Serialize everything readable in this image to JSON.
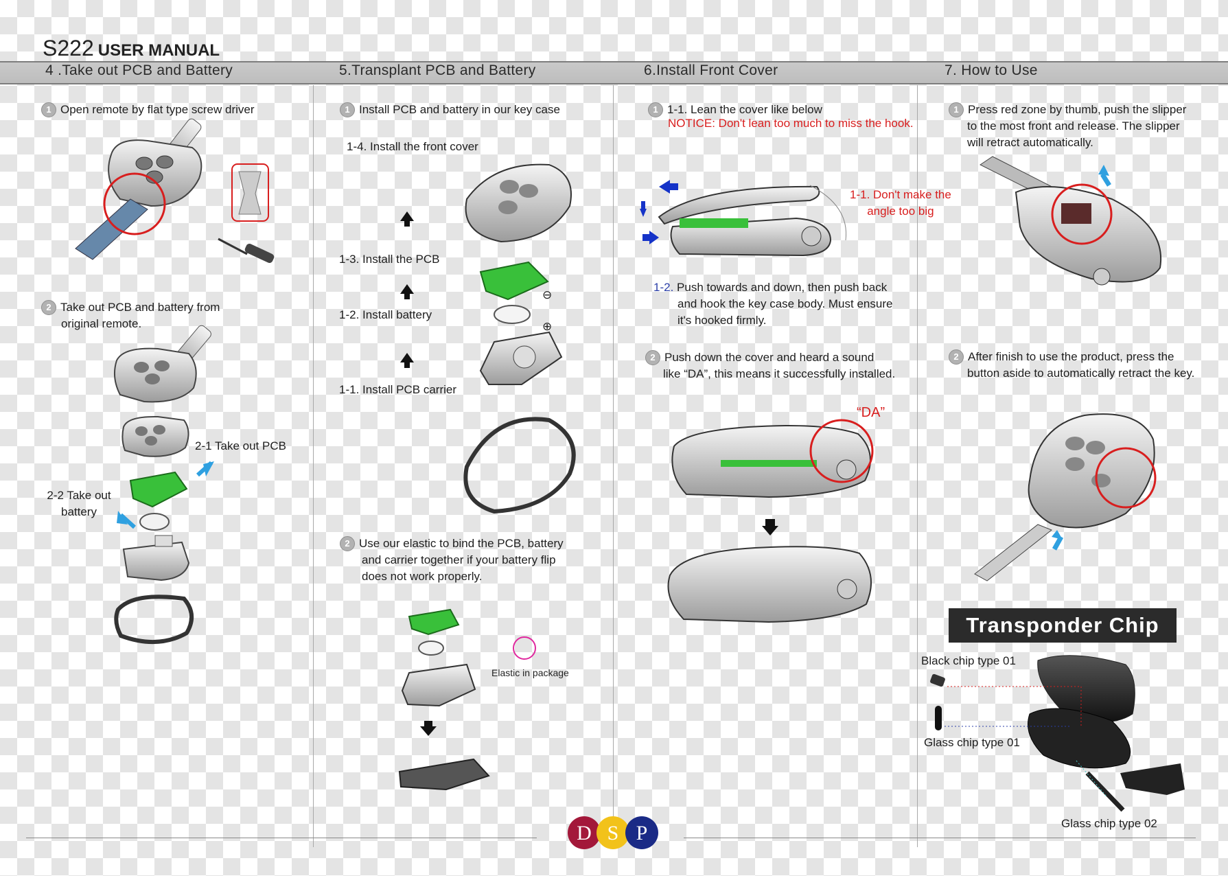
{
  "title": {
    "model": "S222",
    "subtitle": "USER MANUAL"
  },
  "sections": [
    {
      "heading": "4 .Take out PCB and Battery"
    },
    {
      "heading": "5.Transplant PCB and Battery"
    },
    {
      "heading": "6.Install Front Cover"
    },
    {
      "heading": "7. How to Use"
    }
  ],
  "sec4": {
    "step1": "Open remote by flat type screw driver",
    "step2_line1": "Take out PCB and battery from",
    "step2_line2": "original remote.",
    "label_pcb": "2-1 Take out PCB",
    "label_battery_1": "2-2 Take out",
    "label_battery_2": "battery"
  },
  "sec5": {
    "step1": "Install PCB and battery in our key case",
    "l14": "1-4. Install the front cover",
    "l13": "1-3. Install the PCB",
    "l12": "1-2. Install battery",
    "l11": "1-1. Install PCB carrier",
    "step2_line1": "Use our elastic to bind the PCB, battery",
    "step2_line2": "and carrier together if your battery flip",
    "step2_line3": "does not work properly.",
    "elastic_label": "Elastic in package"
  },
  "sec6": {
    "step1": "1-1. Lean the cover like below",
    "notice": "NOTICE: Don't lean too much to miss the hook.",
    "angle_1": "1-1. Don't make the",
    "angle_2": "angle too big",
    "s12_prefix": "1-2.",
    "s12_line1": "Push towards and down, then push back",
    "s12_line2": "and hook the key case body. Must ensure",
    "s12_line3": "it's hooked firmly.",
    "step2_line1": "Push down the cover and heard a sound",
    "step2_line2": "like “DA”, this means it successfully installed.",
    "da": "“DA”"
  },
  "sec7": {
    "step1_line1": "Press red zone by thumb, push the slipper",
    "step1_line2": "to the most front and release. The slipper",
    "step1_line3": "will retract automatically.",
    "step2_line1": "After finish to use the product, press the",
    "step2_line2": "button aside to automatically retract the key.",
    "transponder": "Transponder  Chip",
    "black_chip": "Black chip type 01",
    "glass_chip_01": "Glass chip type 01",
    "glass_chip_02": "Glass chip type 02"
  },
  "logo": {
    "d": "D",
    "s": "S",
    "p": "P"
  },
  "numbers": {
    "one": "1",
    "two": "2"
  },
  "symbols": {
    "minus": "⊖",
    "plus": "⊕"
  }
}
